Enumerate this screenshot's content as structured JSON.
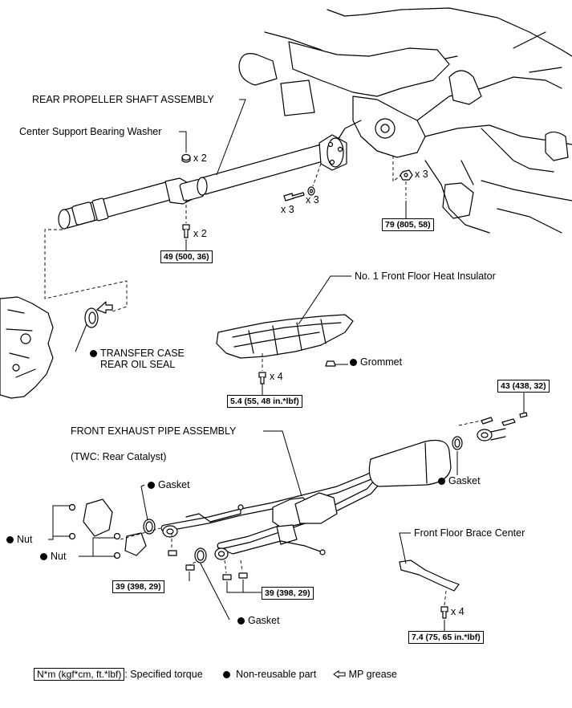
{
  "labels": {
    "rear_prop_shaft": "REAR PROPELLER SHAFT ASSEMBLY",
    "center_support_washer": "Center Support Bearing Washer",
    "transfer_seal_line1": "TRANSFER CASE",
    "transfer_seal_line2": "REAR OIL SEAL",
    "heat_insulator": "No. 1 Front Floor Heat Insulator",
    "grommet": "Grommet",
    "front_exhaust": "FRONT EXHAUST PIPE ASSEMBLY",
    "twc": "(TWC: Rear Catalyst)",
    "gasket": "Gasket",
    "nut": "Nut",
    "floor_brace": "Front Floor Brace Center"
  },
  "quantities": {
    "washer_qty": "x 2",
    "bolt_center_qty": "x 2",
    "bolt_flange_qty": "x 3",
    "washer_flange_qty": "x 3",
    "nut_diff_qty": "x 3",
    "insulator_bolt_qty": "x 4",
    "brace_bolt_qty": "x 4"
  },
  "torques": {
    "t_diff": "79 (805, 58)",
    "t_center": "49 (500, 36)",
    "t_insulator": "5.4 (55, 48 in.*lbf)",
    "t_tail": "43 (438, 32)",
    "t_front_left": "39 (398, 29)",
    "t_front_right": "39 (398, 29)",
    "t_brace": "7.4 (75, 65 in.*lbf)"
  },
  "legend": {
    "torque_box": "N*m (kgf*cm, ft.*lbf)",
    "torque_text": ": Specified torque",
    "nonreusable_text": "Non-reusable part",
    "grease_text": "MP grease"
  },
  "colors": {
    "line": "#000000",
    "fill": "#ffffff",
    "shade": "#cfcfcf"
  }
}
